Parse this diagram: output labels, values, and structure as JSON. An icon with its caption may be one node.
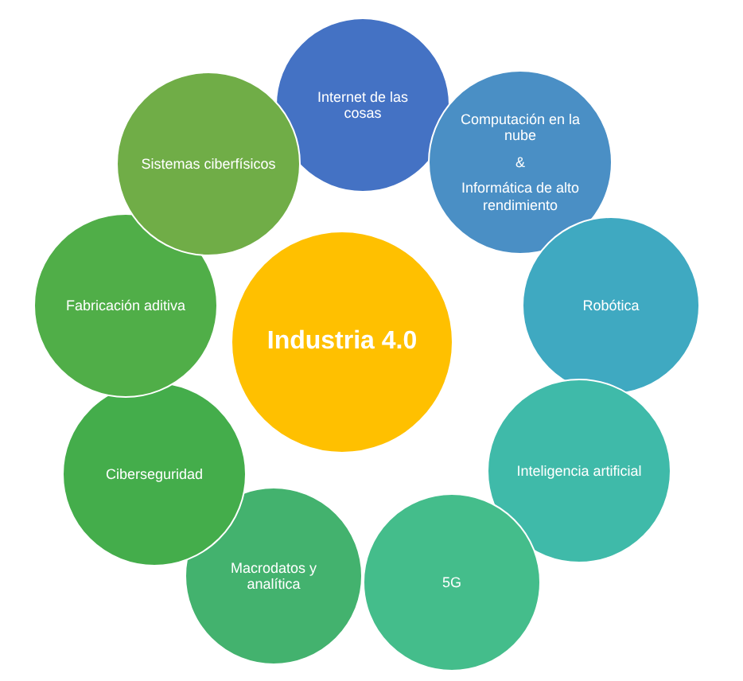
{
  "diagram": {
    "nodes": [
      {
        "text": [
          "Industria 4.0"
        ]
      },
      {
        "text": [
          "Internet de las cosas"
        ]
      },
      {
        "text": [
          "Computación en la nube",
          "&",
          "Informática de alto rendimiento"
        ]
      },
      {
        "text": [
          "Robótica"
        ]
      },
      {
        "text": [
          "Inteligencia artificial"
        ]
      },
      {
        "text": [
          "5G"
        ]
      },
      {
        "text": [
          "Macrodatos y analítica"
        ]
      },
      {
        "text": [
          "Ciberseguridad"
        ]
      },
      {
        "text": [
          "Fabricación aditiva"
        ]
      },
      {
        "text": [
          "Sistemas ciberfísicos"
        ]
      }
    ]
  }
}
